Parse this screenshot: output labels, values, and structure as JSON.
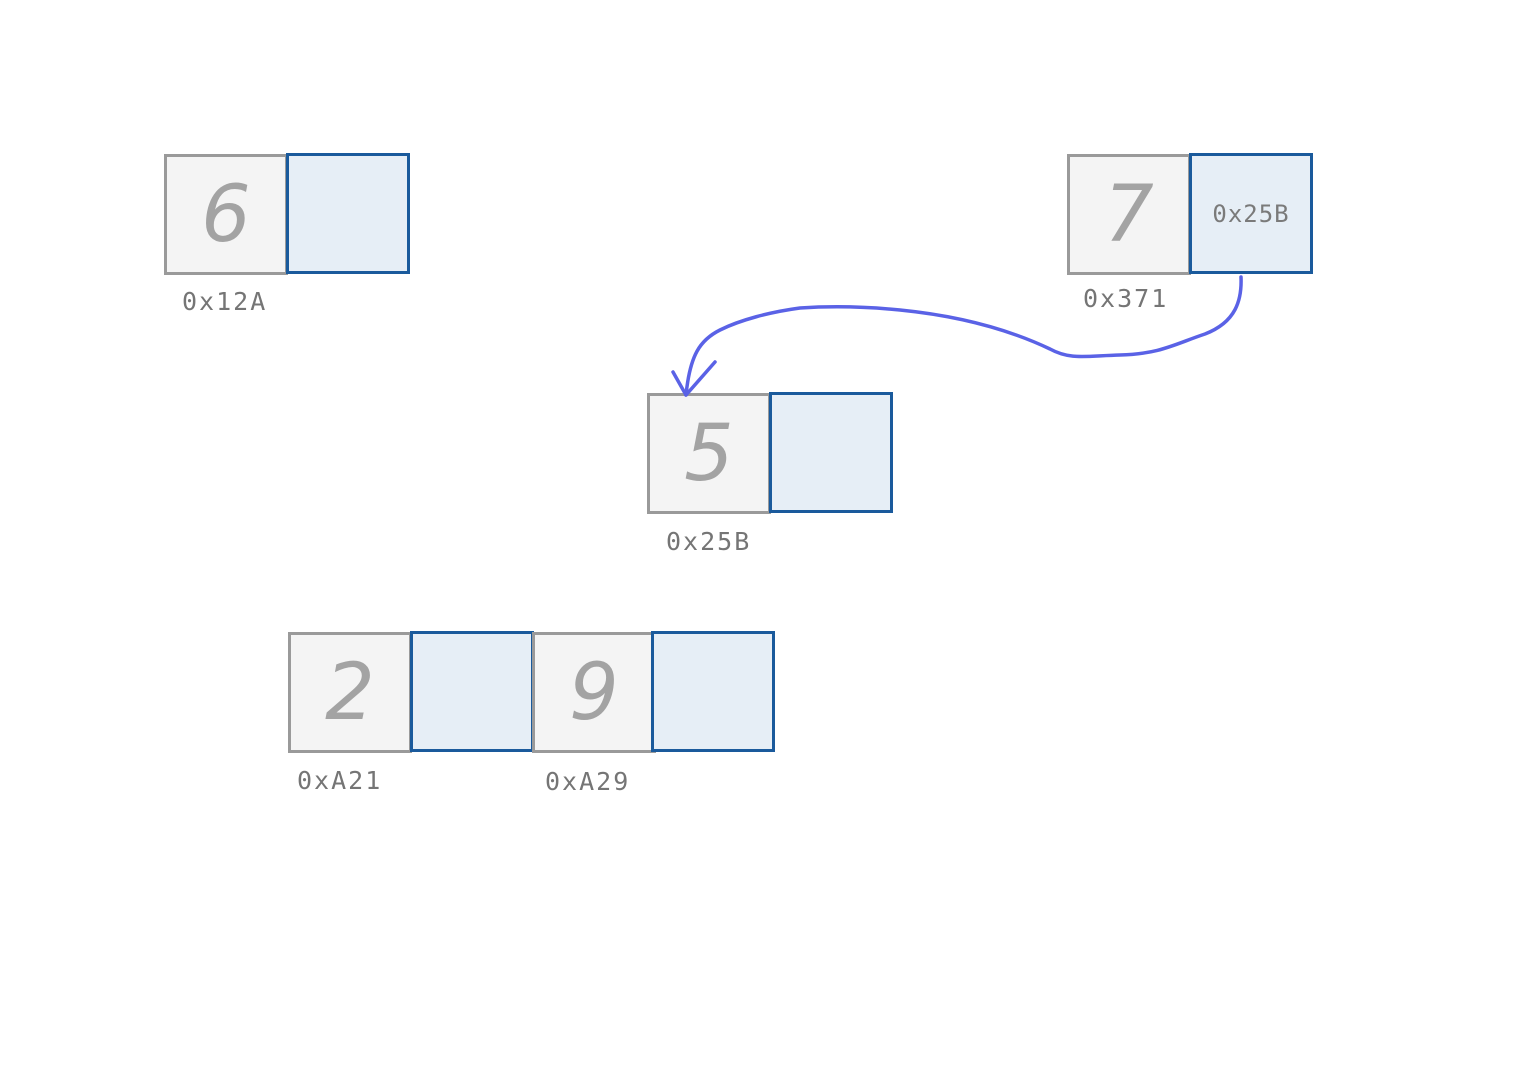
{
  "nodes": [
    {
      "id": "node-0x12a",
      "value": "6",
      "pointer": "",
      "address": "0x12A"
    },
    {
      "id": "node-0x371",
      "value": "7",
      "pointer": "0x25B",
      "address": "0x371"
    },
    {
      "id": "node-0x25b",
      "value": "5",
      "pointer": "",
      "address": "0x25B"
    },
    {
      "id": "node-0xa21",
      "value": "2",
      "pointer": "",
      "address": "0xA21"
    },
    {
      "id": "node-0xa29",
      "value": "9",
      "pointer": "",
      "address": "0xA29"
    }
  ],
  "colors": {
    "value_cell_fill": "#f4f4f4",
    "value_cell_border": "#9a9a9a",
    "pointer_cell_fill": "#e6eef6",
    "pointer_cell_border": "#1a5a9c",
    "arrow": "#5a62e6"
  },
  "edges": [
    {
      "from": "node-0x371",
      "to": "node-0x25b"
    }
  ]
}
